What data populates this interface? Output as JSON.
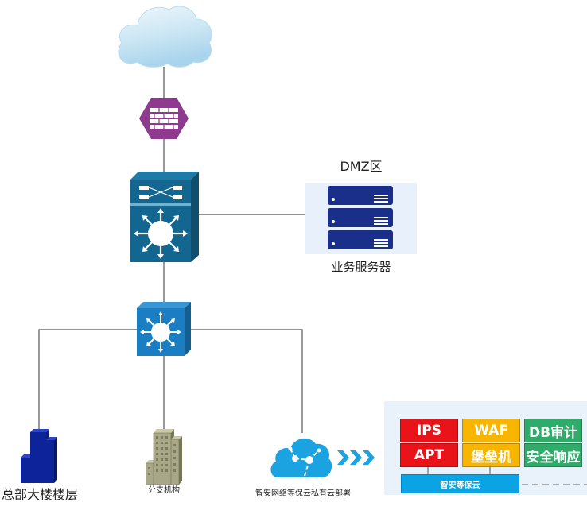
{
  "diagram": {
    "type": "network-topology",
    "nodes": {
      "internet": {
        "icon": "cloud-icon"
      },
      "firewall": {
        "icon": "firewall-icon",
        "color": "#8e3a8e"
      },
      "core_switch": {
        "icon": "core-switch-icon",
        "color": "#13668f"
      },
      "dmz": {
        "title": "DMZ区",
        "server_label": "业务服务器",
        "icon": "server-rack-icon",
        "server_color": "#1a2f8a"
      },
      "access_switch": {
        "icon": "layer3-switch-icon",
        "color": "#1b7ec2"
      },
      "headquarters": {
        "label": "总部大楼楼层",
        "icon": "building-icon",
        "color": "#0d239a"
      },
      "branch": {
        "label": "分支机构",
        "icon": "office-building-icon",
        "color": "#a8a888"
      },
      "private_cloud": {
        "label": "智安网络等保云私有云部署",
        "icon": "cloud-network-icon",
        "color": "#1aa3e0",
        "arrows": "chevron-arrows-icon"
      }
    },
    "security_panel": {
      "tiles": [
        {
          "label": "IPS",
          "color": "#e8141a"
        },
        {
          "label": "WAF",
          "color": "#f7b500"
        },
        {
          "label": "DB审计",
          "color": "#2fac6a"
        },
        {
          "label": "APT",
          "color": "#e8141a"
        },
        {
          "label": "堡垒机",
          "color": "#f7b500"
        },
        {
          "label": "安全响应",
          "color": "#2fac6a"
        }
      ],
      "platform_label": "智安等保云",
      "platform_color": "#0aa4e4"
    }
  }
}
